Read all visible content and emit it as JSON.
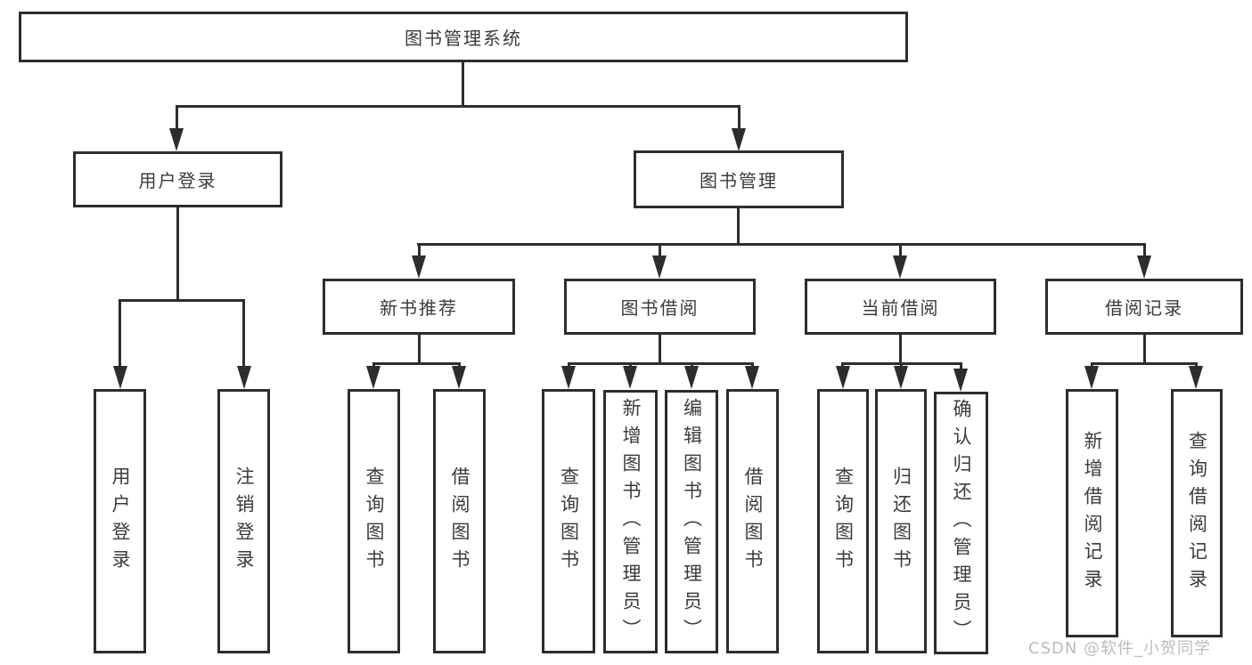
{
  "diagram_title": "图书管理系统",
  "watermark": "CSDN @软件_小贺同学",
  "colors": {
    "line": "#2d2d2d",
    "text": "#3b3b3b",
    "watermark": "#b5b7bc",
    "background": "#ffffff"
  },
  "tree": {
    "root": {
      "label": "图书管理系统",
      "children": [
        {
          "label": "用户登录",
          "children": [
            {
              "label": "用户登录"
            },
            {
              "label": "注销登录"
            }
          ]
        },
        {
          "label": "图书管理",
          "children": [
            {
              "label": "新书推荐",
              "children": [
                {
                  "label": "查询图书"
                },
                {
                  "label": "借阅图书"
                }
              ]
            },
            {
              "label": "图书借阅",
              "children": [
                {
                  "label": "查询图书"
                },
                {
                  "label": "新增图书（管理员）"
                },
                {
                  "label": "编辑图书（管理员）"
                },
                {
                  "label": "借阅图书"
                }
              ]
            },
            {
              "label": "当前借阅",
              "children": [
                {
                  "label": "查询图书"
                },
                {
                  "label": "归还图书"
                },
                {
                  "label": "确认归还（管理员）"
                }
              ]
            },
            {
              "label": "借阅记录",
              "children": [
                {
                  "label": "新增借阅记录"
                },
                {
                  "label": "查询借阅记录"
                }
              ]
            }
          ]
        }
      ]
    }
  }
}
